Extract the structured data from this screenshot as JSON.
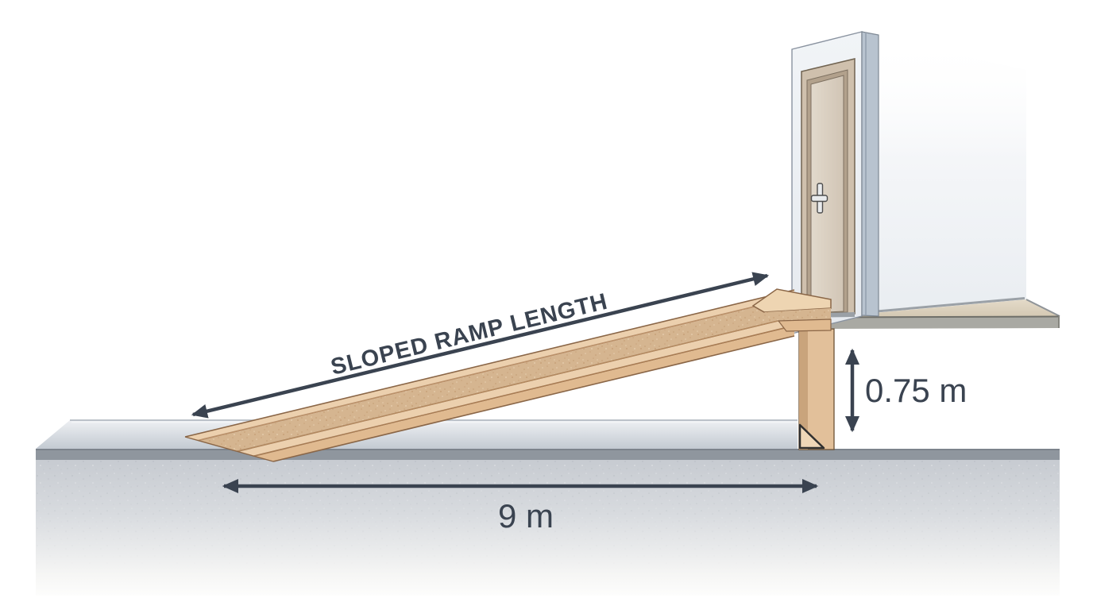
{
  "diagram": {
    "labels": {
      "slope": "SLOPED RAMP LENGTH",
      "rise": "0.75 m",
      "run": "9 m"
    },
    "colors": {
      "annotation": "#3a4350",
      "wood_rail": "#ecd0ae",
      "wood_surface": "#d5b590",
      "wood_face": "#e0ba90",
      "post": "#e2c09a",
      "curb": "#8f969e",
      "wall_corner": "#b8c3cf",
      "door_casing": "#cfc0ad",
      "fascia": "#a9a9a3"
    }
  }
}
